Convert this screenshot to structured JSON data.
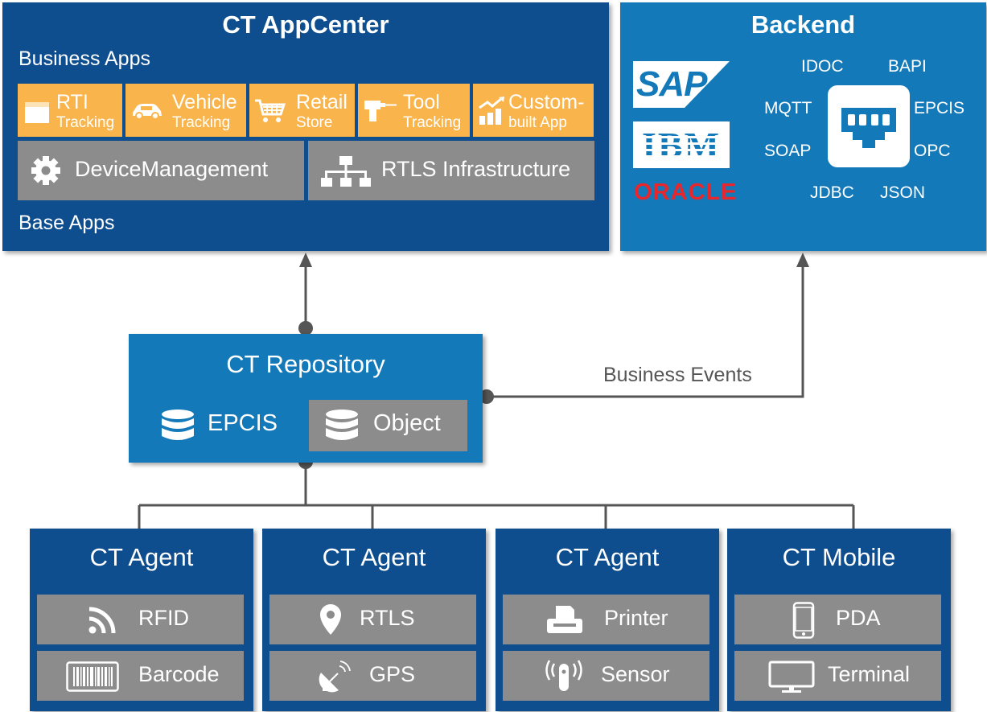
{
  "appcenter": {
    "title": "CT AppCenter",
    "business_label": "Business Apps",
    "base_label": "Base Apps",
    "business_apps": [
      {
        "line1": "RTI",
        "line2": "Tracking",
        "icon": "box-icon"
      },
      {
        "line1": "Vehicle",
        "line2": "Tracking",
        "icon": "car-icon"
      },
      {
        "line1": "Retail",
        "line2": "Store",
        "icon": "cart-icon"
      },
      {
        "line1": "Tool",
        "line2": "Tracking",
        "icon": "drill-icon"
      },
      {
        "line1": "Custom-",
        "line2": "built App",
        "icon": "growth-chart-icon"
      }
    ],
    "base_apps": [
      {
        "label": "DeviceManagement",
        "icon": "gear-icon"
      },
      {
        "label": "RTLS Infrastructure",
        "icon": "network-hierarchy-icon"
      }
    ]
  },
  "backend": {
    "title": "Backend",
    "logos": {
      "sap": "SAP",
      "ibm": "IBM",
      "oracle": "ORACLE"
    },
    "protocols": [
      "IDOC",
      "BAPI",
      "MQTT",
      "EPCIS",
      "SOAP",
      "OPC",
      "JDBC",
      "JSON"
    ],
    "hub_icon": "network-port-icon"
  },
  "repository": {
    "title": "CT Repository",
    "stores": [
      {
        "label": "EPCIS",
        "icon": "database-icon"
      },
      {
        "label": "Object",
        "icon": "database-icon"
      }
    ]
  },
  "connections": {
    "business_events_label": "Business Events"
  },
  "agents": [
    {
      "title": "CT Agent",
      "items": [
        {
          "label": "RFID",
          "icon": "rfid-signal-icon"
        },
        {
          "label": "Barcode",
          "icon": "barcode-icon"
        }
      ]
    },
    {
      "title": "CT Agent",
      "items": [
        {
          "label": "RTLS",
          "icon": "location-pin-icon"
        },
        {
          "label": "GPS",
          "icon": "satellite-dish-icon"
        }
      ]
    },
    {
      "title": "CT Agent",
      "items": [
        {
          "label": "Printer",
          "icon": "printer-icon"
        },
        {
          "label": "Sensor",
          "icon": "sensor-icon"
        }
      ]
    },
    {
      "title": "CT Mobile",
      "items": [
        {
          "label": "PDA",
          "icon": "phone-icon"
        },
        {
          "label": "Terminal",
          "icon": "monitor-icon"
        }
      ]
    }
  ],
  "colors": {
    "dark_blue": "#0e4d8e",
    "mid_blue": "#1379b9",
    "orange": "#f9b44b",
    "gray": "#8c8c8c",
    "connector": "#555555"
  }
}
